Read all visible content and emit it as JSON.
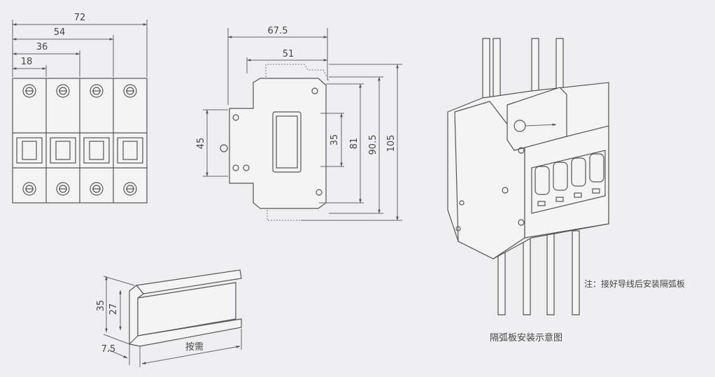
{
  "front_view": {
    "dims": [
      "72",
      "54",
      "36",
      "18"
    ],
    "poles": 4
  },
  "side_view": {
    "dims": [
      "67.5",
      "51",
      "45",
      "35",
      "81",
      "90.5",
      "105"
    ]
  },
  "din_rail": {
    "dims": [
      "35",
      "27",
      "7.5"
    ],
    "length_label": "按需"
  },
  "isometric": {
    "note": "注：接好导线后安装隔弧板",
    "caption": "隔弧板安装示意图"
  }
}
